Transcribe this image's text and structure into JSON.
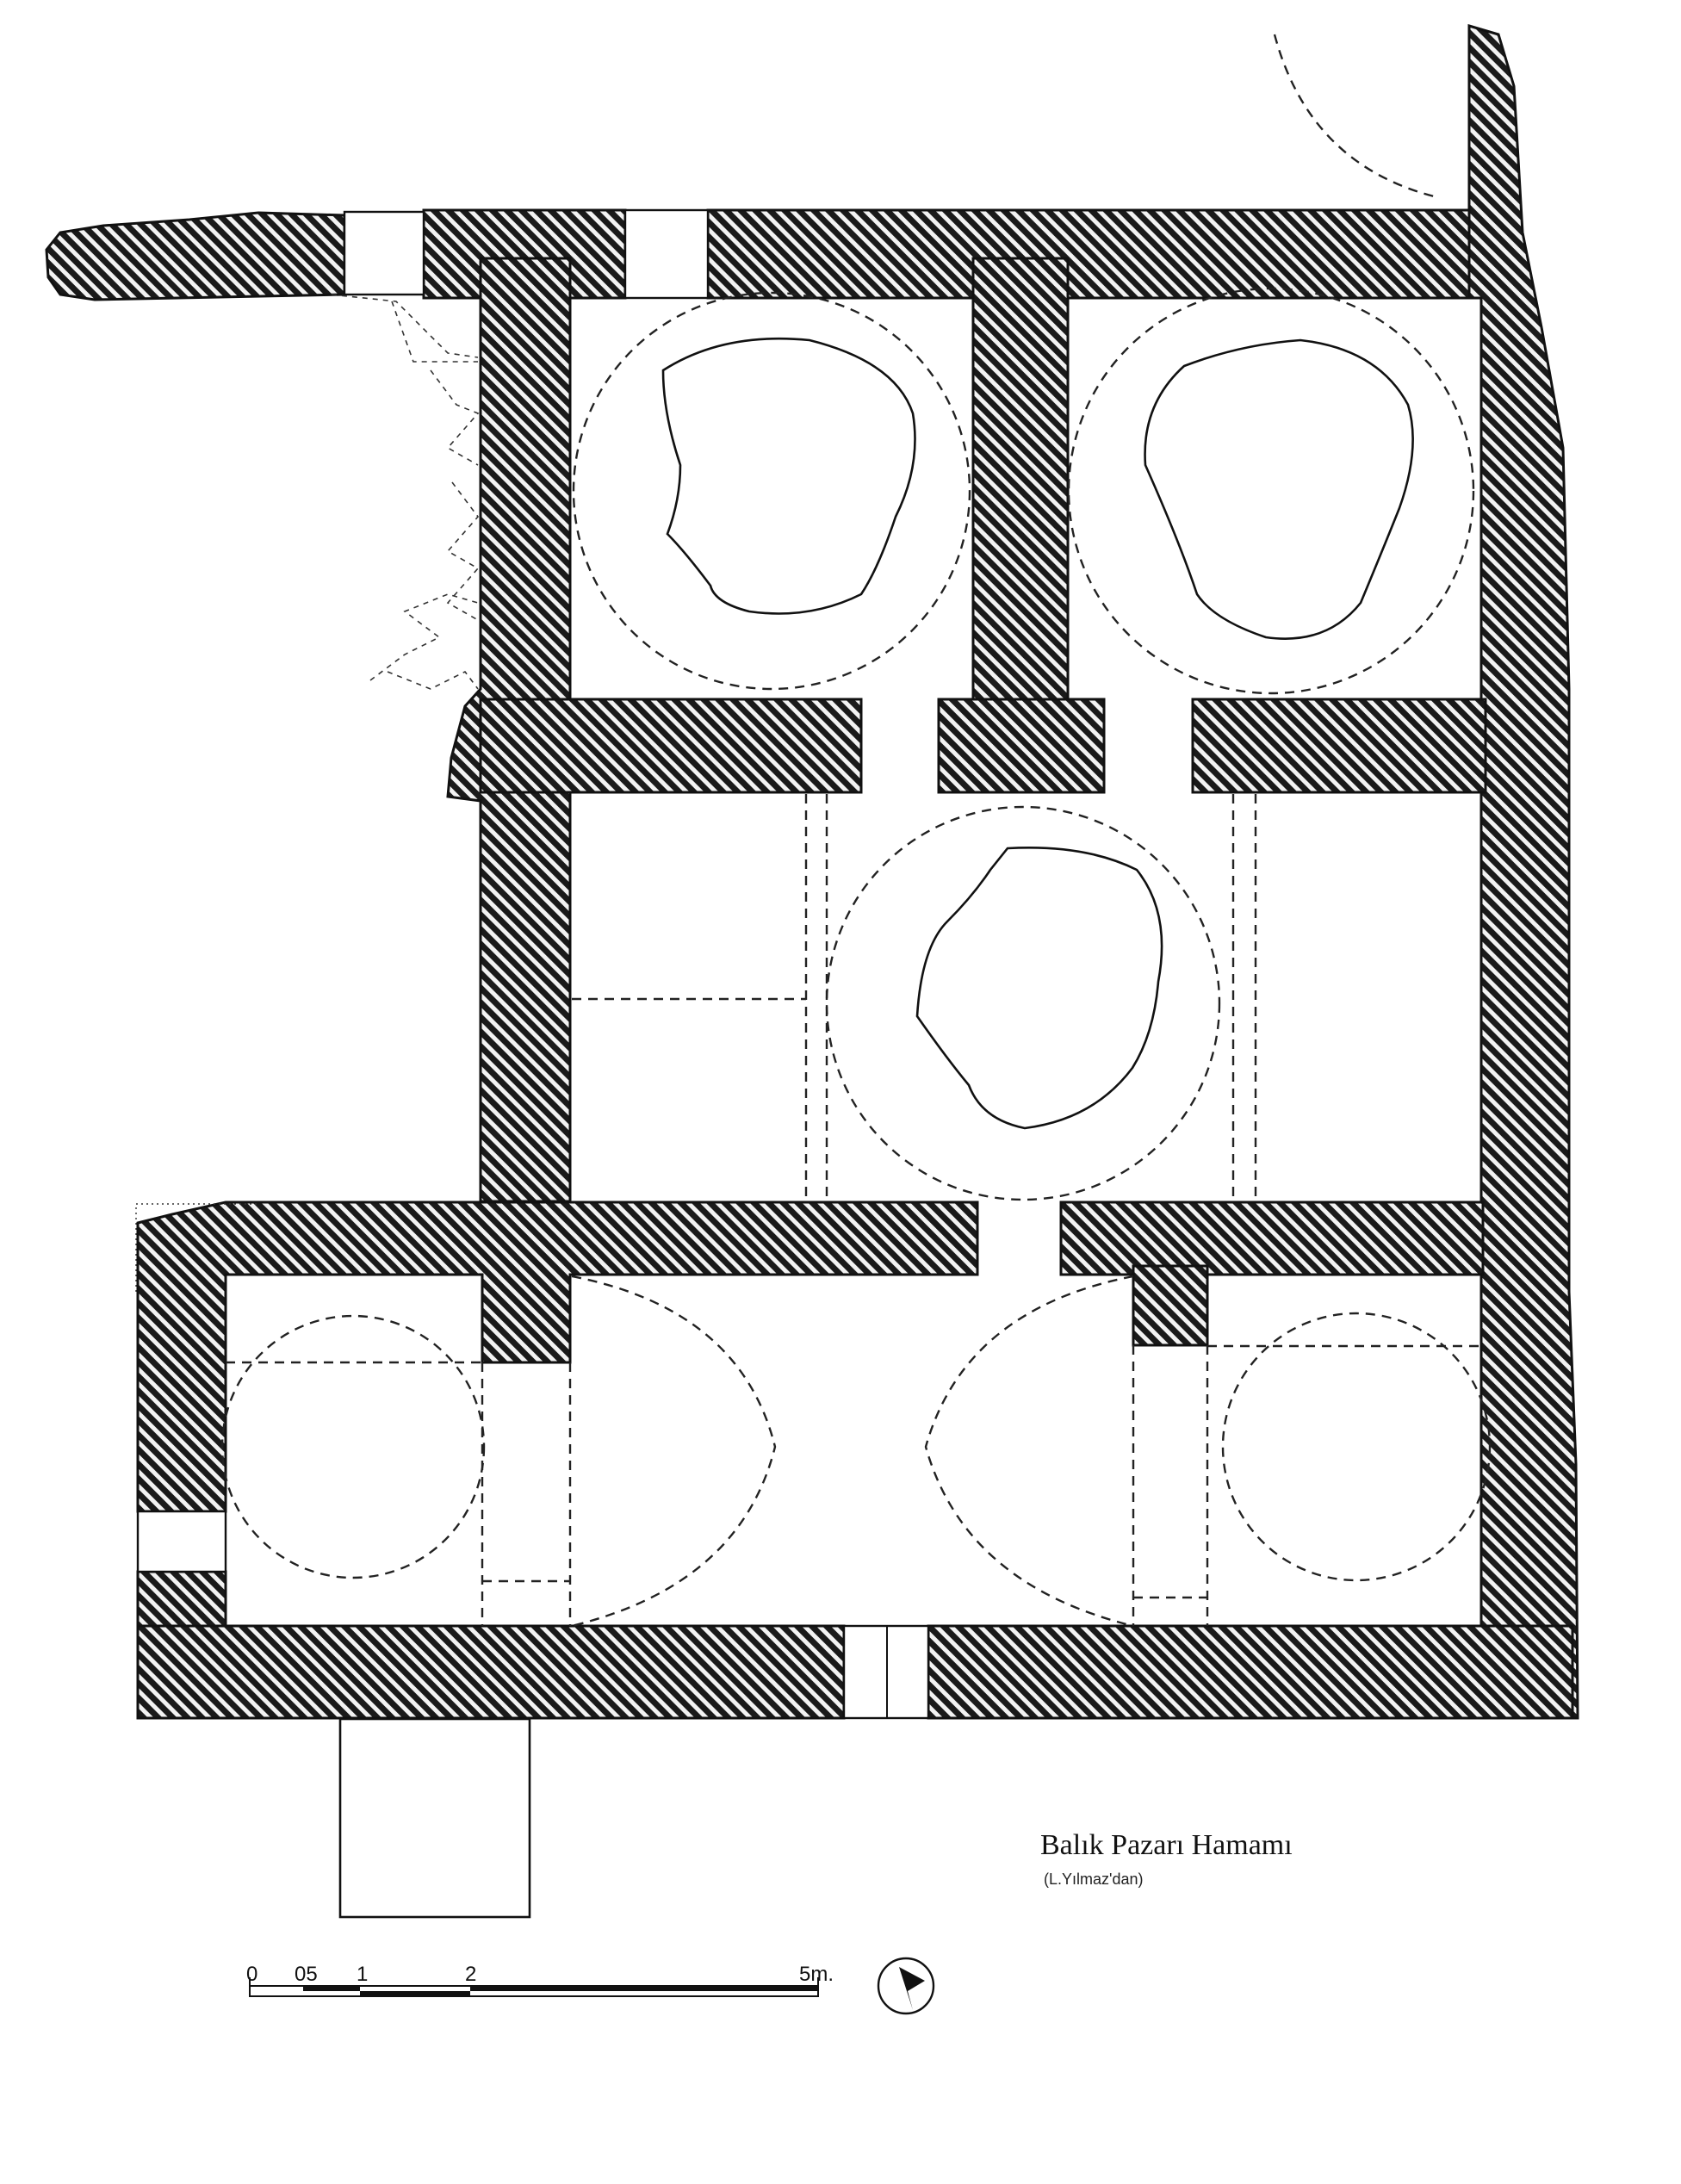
{
  "caption": {
    "title": "Balık Pazarı Hamamı",
    "credit": "(L.Yılmaz'dan)"
  },
  "scale_bar": {
    "labels": [
      "0",
      "05",
      "1",
      "2",
      "5m."
    ]
  },
  "north_arrow": {
    "icon": "north-arrow-icon"
  },
  "colors": {
    "ink": "#111111",
    "paper": "#ffffff"
  }
}
